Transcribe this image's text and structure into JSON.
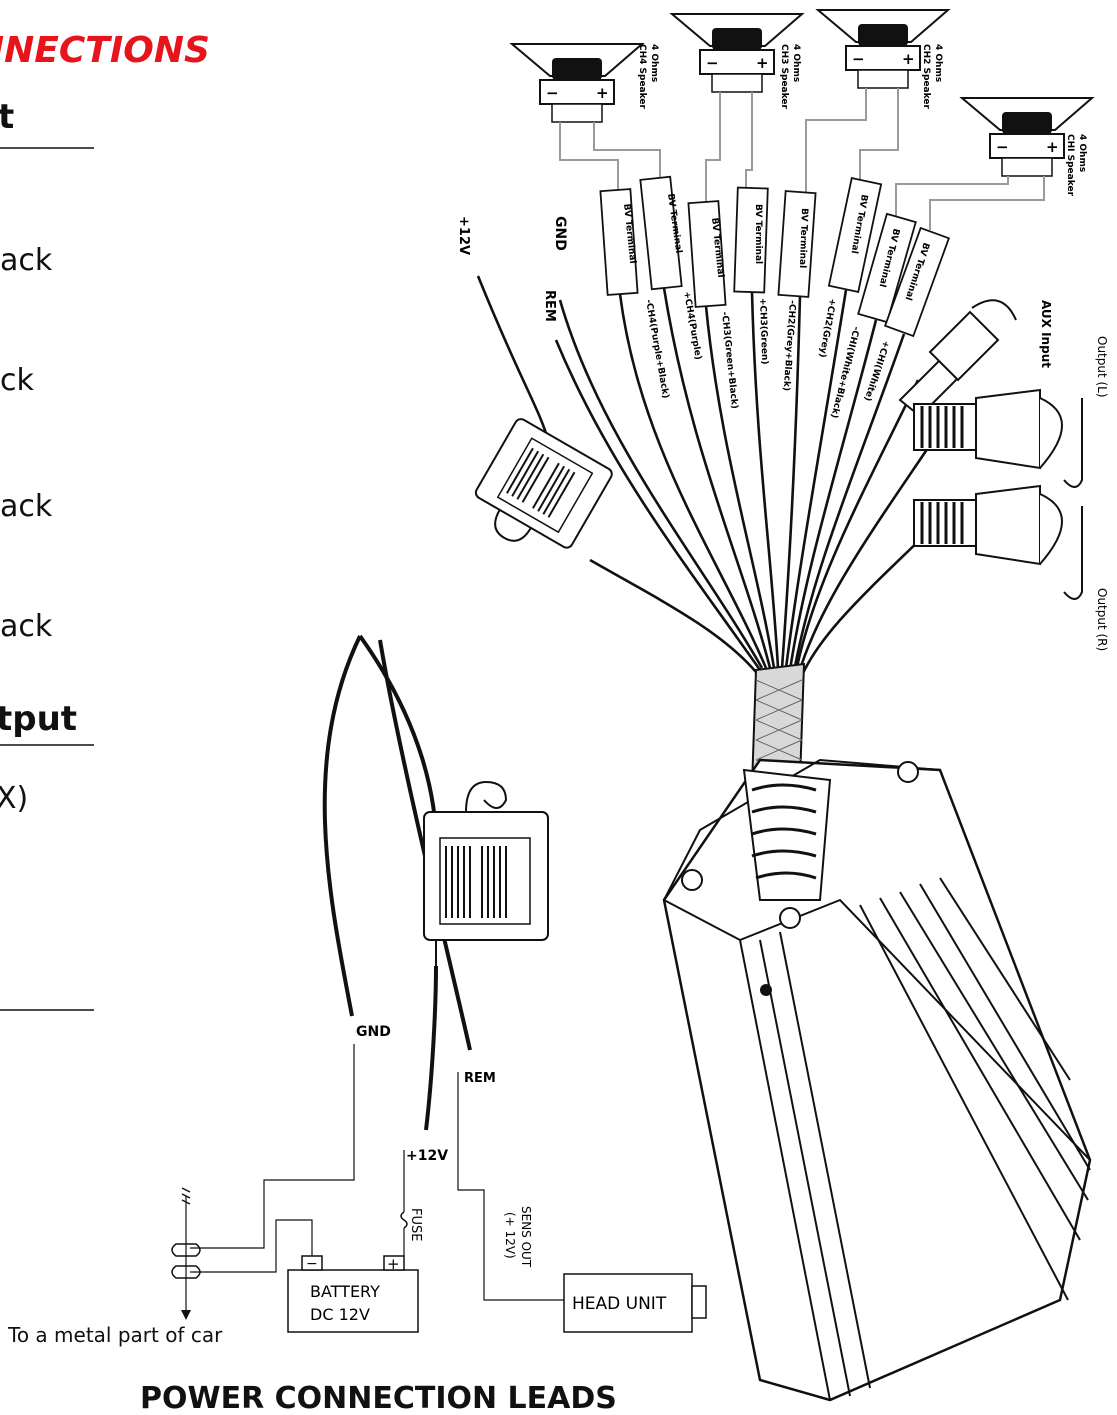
{
  "left_panel": {
    "section_title": "NNECTIONS",
    "heading_1": "t",
    "row_1": "ack",
    "row_2": "ck",
    "row_3": "ack",
    "row_4": "ack",
    "heading_2": "tput",
    "row_5": "X)"
  },
  "speakers": [
    {
      "ohms": "4 Ohms",
      "name": "CH4 Speaker"
    },
    {
      "ohms": "4 Ohms",
      "name": "CH3 Speaker"
    },
    {
      "ohms": "4 Ohms",
      "name": "CH2 Speaker"
    },
    {
      "ohms": "4 Ohms",
      "name": "CHI Speaker"
    }
  ],
  "terminal_label": "BV Terminal",
  "wire_labels": [
    "-CH4(Purple+Black)",
    "+CH4(Purple)",
    "-CH3(Green+Black)",
    "+CH3(Green)",
    "-CH2(Grey+Black)",
    "+CH2(Grey)",
    "-CHI(White+Black)",
    "+CHI(White)"
  ],
  "leads": {
    "plus12v_top": "+12V",
    "gnd_top": "GND",
    "rem_top": "REM",
    "aux_input": "AUX Input",
    "output_l": "Output (L)",
    "output_r": "Output (R)"
  },
  "power": {
    "gnd": "GND",
    "rem": "REM",
    "plus12v": "+12V",
    "fuse": "FUSE",
    "sens_out_1": "(+ 12V)",
    "sens_out_2": "SENS OUT",
    "battery_1": "BATTERY",
    "battery_2": "DC 12V",
    "head_unit": "HEAD UNIT",
    "ground_note": "To a metal part of car",
    "minus_sign": "−",
    "plus_sign": "+"
  },
  "footer_title": "POWER CONNECTION LEADS",
  "colors": {
    "accent_red": "#e8141c",
    "ink": "#111111",
    "wire_grey": "#9a9a9a"
  }
}
